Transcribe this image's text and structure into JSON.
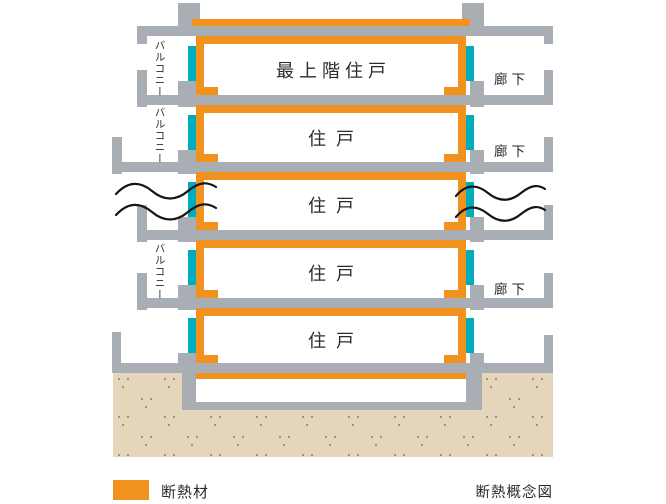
{
  "caption": "断熱概念図",
  "legend": {
    "label": "断熱材"
  },
  "colors": {
    "insulation": "#F2921E",
    "structure": "#A9AEB5",
    "window_sash": "#00AEBB",
    "soil": "#E6D7BC",
    "soil_dots": "#9C8C74"
  },
  "floors": [
    {
      "room": "最上階住戸",
      "balcony": "バルコニー",
      "corridor": "廊下"
    },
    {
      "room": "住戸",
      "balcony": "バルコニー",
      "corridor": "廊下"
    },
    {
      "room": "住戸"
    },
    {
      "room": "住戸",
      "balcony": "バルコニー",
      "corridor": "廊下"
    },
    {
      "room": "住戸"
    }
  ]
}
